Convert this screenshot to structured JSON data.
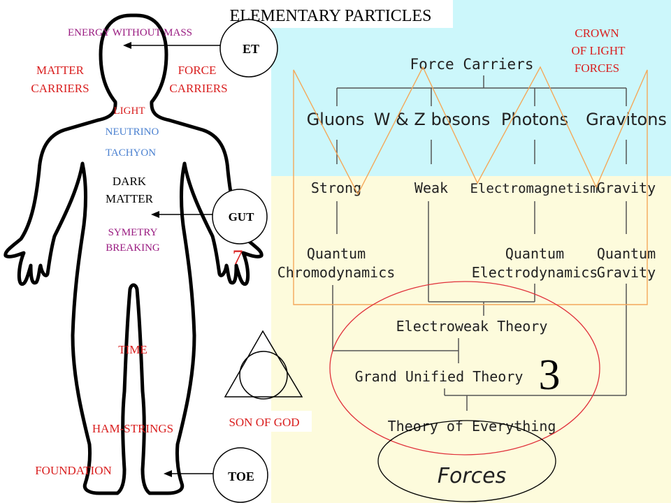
{
  "title": "ELEMENTARY PARTICLES",
  "body_labels": {
    "energy_without_mass": "ENERGY WITHOUT MASS",
    "matter_carriers": [
      "MATTER",
      "CARRIERS"
    ],
    "force_carriers": [
      "FORCE",
      "CARRIERS"
    ],
    "light": "LIGHT",
    "neutrino": "NEUTRINO",
    "tachyon": "TACHYON",
    "dark_matter": [
      "DARK",
      "MATTER"
    ],
    "symmetry_breaking": [
      "SYMETRY",
      "BREAKING"
    ],
    "time": "TIME",
    "ham_strings": "HAM-STRINGS",
    "foundation": "FOUNDATION"
  },
  "circles": {
    "et": "ET",
    "gut": "GUT",
    "toe": "TOE",
    "seven": "7"
  },
  "son_of_god": "SON OF GOD",
  "crown_label": [
    "CROWN",
    "OF LIGHT",
    "FORCES"
  ],
  "tree": {
    "force_carriers": "Force Carriers",
    "carriers": [
      "Gluons",
      "W & Z bosons",
      "Photons",
      "Gravitons"
    ],
    "forces": [
      "Strong",
      "Weak",
      "Electromagnetism",
      "Gravity"
    ],
    "qcd": [
      "Quantum",
      "Chromodynamics"
    ],
    "qed": [
      "Quantum",
      "Electrodynamics"
    ],
    "qg": [
      "Quantum",
      "Gravity"
    ],
    "electroweak": "Electroweak Theory",
    "gut": "Grand Unified Theory",
    "toe": "Theory of Everything",
    "forces_oval": "Forces",
    "three": "3"
  },
  "colors": {
    "cyan_panel": "#ccf7fb",
    "yellow_panel": "#fdfbdc",
    "purple": "#991a80",
    "red": "#d91e1e",
    "blue": "#4a80d0",
    "orange": "#f4a85a",
    "oval_red": "#e0303a"
  }
}
